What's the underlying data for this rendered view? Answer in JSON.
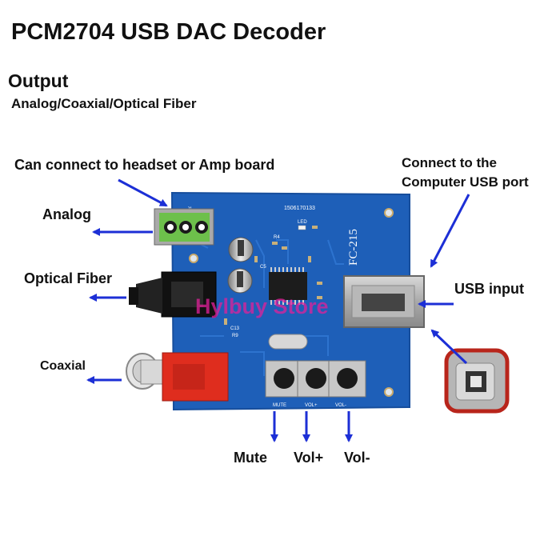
{
  "title": "PCM2704 USB DAC Decoder",
  "output": {
    "heading": "Output",
    "types": "Analog/Coaxial/Optical Fiber"
  },
  "callouts": {
    "headset": "Can connect to headset or Amp board",
    "analog": "Analog",
    "optical": "Optical Fiber",
    "coaxial": "Coaxial",
    "computer_line1": "Connect to the",
    "computer_line2": "Computer USB port",
    "usb_input": "USB input",
    "mute": "Mute",
    "vol_up": "Vol+",
    "vol_down": "Vol-"
  },
  "board": {
    "serial": "1506170133",
    "model": "FC-215",
    "led_label": "LED",
    "jack_label": "J1",
    "button_labels": [
      "MUTE",
      "VOL+",
      "VOL-"
    ],
    "component_labels": [
      "C5",
      "R4",
      "C13",
      "R9"
    ]
  },
  "watermark": "Hylbuy Store",
  "colors": {
    "pcb": "#1e5fb8",
    "arrow": "#1c2fd6",
    "watermark": "#e0209a"
  }
}
